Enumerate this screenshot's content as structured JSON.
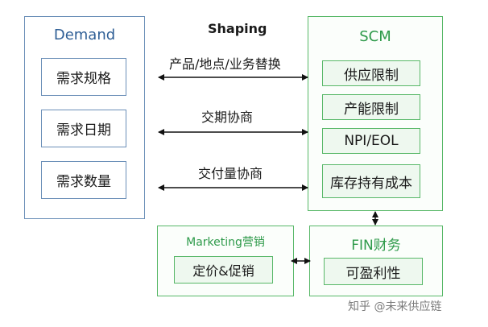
{
  "title": "Shaping",
  "demand": {
    "title": "Demand",
    "items": [
      "需求规格",
      "需求日期",
      "需求数量"
    ]
  },
  "scm": {
    "title": "SCM",
    "items": [
      "供应限制",
      "产能限制",
      "NPI/EOL",
      "库存持有成本"
    ]
  },
  "marketing": {
    "title": "Marketing营销",
    "item": "定价&促销"
  },
  "fin": {
    "title": "FIN财务",
    "item": "可盈利性"
  },
  "connectors": [
    "产品/地点/业务替换",
    "交期协商",
    "交付量协商"
  ],
  "watermark": "知乎 @未来供应链",
  "colors": {
    "demand_border": "#6b8fb8",
    "demand_title": "#2f5f96",
    "green_border": "#58b868",
    "green_title": "#2e9a4a",
    "green_fill": "#eef8ef"
  }
}
